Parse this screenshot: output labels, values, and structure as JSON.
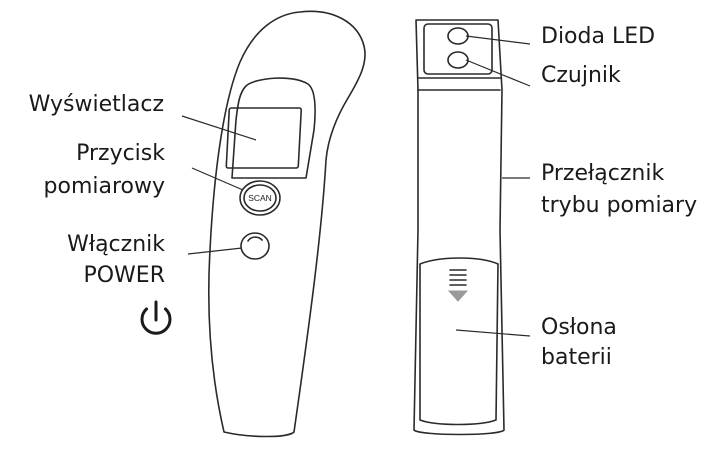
{
  "labels": {
    "display": "Wyświetlacz",
    "measure_button_line1": "Przycisk",
    "measure_button_line2": "pomiarowy",
    "power_line1": "Włącznik",
    "power_line2": "POWER",
    "led": "Dioda LED",
    "sensor": "Czujnik",
    "mode_switch_line1": "Przełącznik",
    "mode_switch_line2": "trybu pomiary",
    "battery_cover_line1": "Osłona",
    "battery_cover_line2": "baterii"
  },
  "device": {
    "scan_button_text": "SCAN"
  },
  "icons": {
    "power": "power-icon",
    "arrow": "down-arrow-icon"
  },
  "colors": {
    "line": "#2a2a2a",
    "text": "#1a1a1a",
    "background": "#ffffff"
  }
}
